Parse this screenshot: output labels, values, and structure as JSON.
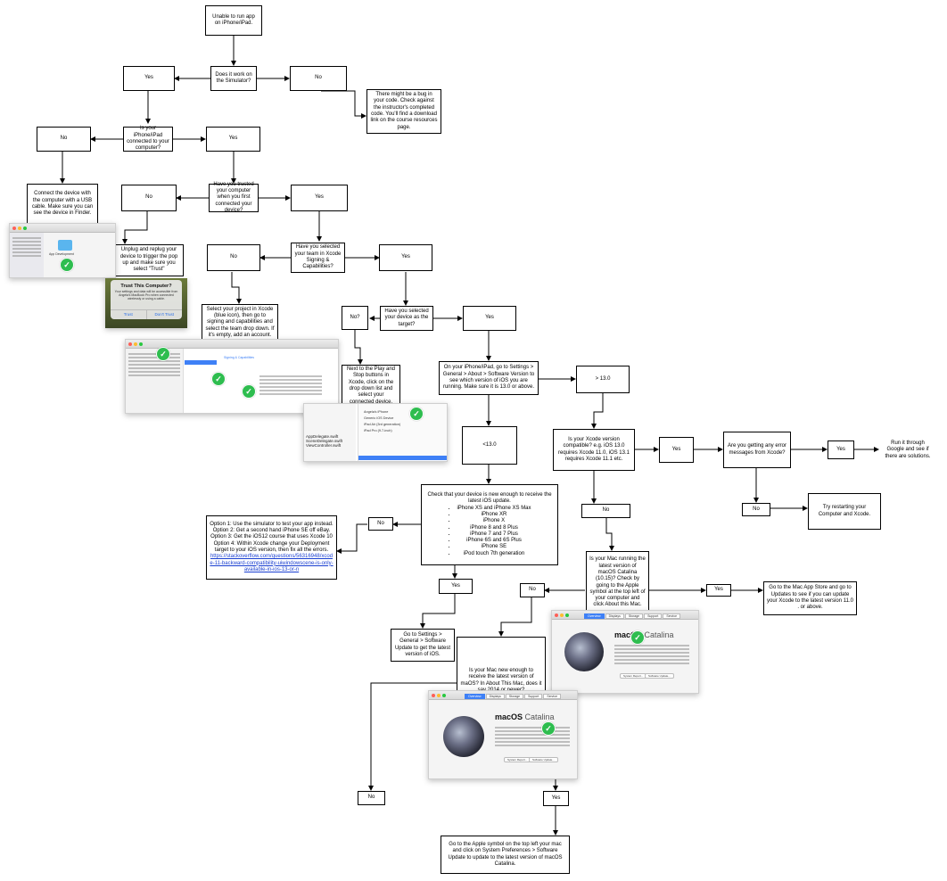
{
  "nodes": {
    "start": "Unable to run app on iPhone/iPad.",
    "simulator_q": "Does it work on the Simulator?",
    "sim_yes": "Yes",
    "sim_no": "No",
    "bug_note": "There might be a bug in your code. Check against the instructor's completed code. You'll find a download link on the course resources page.",
    "connected_q": "Is your iPhone/iPad connected to your computer?",
    "conn_no": "No",
    "conn_yes": "Yes",
    "connect_usb": "Connect the device with the computer with a USB cable. Make sure you can see the device in Finder.",
    "trusted_q": "Have you trusted your computer when you first connected your device?",
    "trust_no": "No",
    "trust_yes": "Yes",
    "unplug": "Unplug and replug your device to trigger the pop up and make sure you select \"Trust\"",
    "team_q": "Have you selected your team in Xcode Signing & Capabilities?",
    "team_no": "No",
    "team_yes": "Yes",
    "select_project": "Select your project in Xcode (blue icon), then go to signing and capabilities and select the team drop down. If it's empty, add an account.",
    "target_q": "Have you selected your device as the target?",
    "target_no": "No?",
    "target_yes": "Yes",
    "next_to_play": "Next to the Play and Stop buttons in Xcode, click on the drop down list and select your connected device.",
    "ios_version": "On your iPhone/iPad, go to Settings > General > About > Software Version to see which version of iOS you are running. Make sure it is 13.0 or above.",
    "gt13": "> 13.0",
    "lt13": "<13.0",
    "xcode_compat_q": "Is your Xcode version compatible? e.g. iOS 13.0 requires Xcode 11.0, iOS 13.1 requires Xcode 11.1 etc.",
    "compat_yes": "Yes",
    "compat_no": "No",
    "errors_q": "Are you getting any error messages from Xcode?",
    "err_yes": "Yes",
    "err_no": "No",
    "run_google": "Run it through Google and see if there are solutions.",
    "restart": "Try restarting your Computer and Xcode.",
    "device_new_title": "Check that your device is new enough to receive the latest iOS update.",
    "device_list": [
      "iPhone XS and iPhone XS Max",
      "iPhone XR",
      "iPhone X",
      "iPhone 8 and 8 Plus",
      "iPhone 7 and 7 Plus",
      "iPhone 6S and 6S Plus",
      "iPhone SE",
      "iPod touch 7th generation"
    ],
    "dev_no": "No",
    "dev_yes": "Yes",
    "options": "Option 1: Use the simulator to test your app instead.\nOption 2: Get a second hand iPhone SE off eBay.\nOption 3: Get the iOS12 course that uses Xcode 10\nOption 4: Within Xcode change your Deployment target to your iOS version, then fix all the errors.",
    "options_link": "https://stackoverflow.com/questions/56316948/xcode-11-backward-compatibility-uiwindowscene-is-only-available-in-ios-13-or-n",
    "software_update": "Go to Settings > General > Software Update to get the latest version of iOS.",
    "catalina_q": "Is your Mac running the latest version of macOS Catalina (10.15)? Check by going to the Apple symbol at the top left of your computer and click About this Mac.",
    "cat_yes": "Yes",
    "cat_no": "No",
    "app_store": "Go to the Mac App Store and go to Updates to see if you can update your Xcode to the latest version 11.0 . or above.",
    "mac_new_q": "Is your Mac new enough to receive the latest version of maOS? In About This Mac, does it say 2014 or newer?",
    "macnew_no": "No",
    "macnew_yes": "Yes",
    "sys_prefs": "Go to the Apple symbol on the top left your mac and click on System Preferences > Software Update to update to the latest version of macOS Catalina."
  },
  "screenshots": {
    "trust_popup_title": "Trust This Computer?",
    "trust_popup_body": "Your settings and data will be accessible from Angela's MacBook Pro when connected wirelessly or using a cable.",
    "trust_button": "Trust",
    "dont_trust_button": "Don't Trust",
    "finder_item": "App Development",
    "macos_name": "macOS",
    "macos_version_name": "Catalina",
    "system_report_button": "System Report...",
    "software_update_button": "Software Update...",
    "about_tabs": [
      "Overview",
      "Displays",
      "Storage",
      "Support",
      "Service"
    ],
    "xcode_device_list": [
      "Angela's iPhone",
      "Generic iOS Device",
      "iPad Air (3rd generation)",
      "iPad Pro (9.7-inch)"
    ],
    "xcode_files": [
      "AppDelegate.swift",
      "SceneDelegate.swift",
      "ViewController.swift"
    ],
    "xcode_tab": "Signing & Capabilities"
  },
  "colors": {
    "check": "#2ebd4f",
    "link": "#1a3fd1"
  }
}
